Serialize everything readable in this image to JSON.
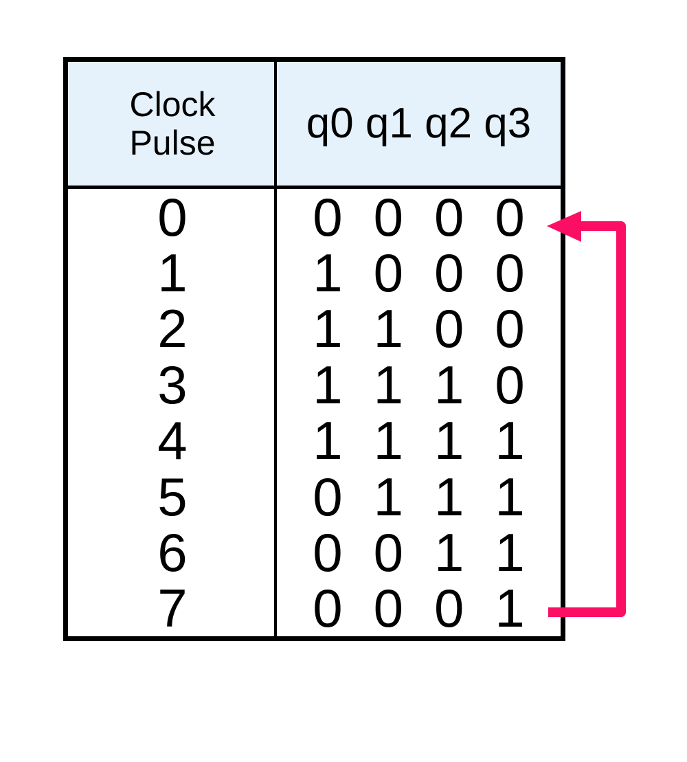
{
  "table": {
    "header": {
      "clock_line1": "Clock",
      "clock_line2": "Pulse",
      "q_labels": "q0 q1 q2 q3"
    },
    "rows": [
      {
        "pulse": "0",
        "bits": [
          "0",
          "0",
          "0",
          "0"
        ]
      },
      {
        "pulse": "1",
        "bits": [
          "1",
          "0",
          "0",
          "0"
        ]
      },
      {
        "pulse": "2",
        "bits": [
          "1",
          "1",
          "0",
          "0"
        ]
      },
      {
        "pulse": "3",
        "bits": [
          "1",
          "1",
          "1",
          "0"
        ]
      },
      {
        "pulse": "4",
        "bits": [
          "1",
          "1",
          "1",
          "1"
        ]
      },
      {
        "pulse": "5",
        "bits": [
          "0",
          "1",
          "1",
          "1"
        ]
      },
      {
        "pulse": "6",
        "bits": [
          "0",
          "0",
          "1",
          "1"
        ]
      },
      {
        "pulse": "7",
        "bits": [
          "0",
          "0",
          "0",
          "1"
        ]
      }
    ]
  },
  "arrow": {
    "description": "loop arrow from last row back to first row",
    "color": "#fa0f64"
  },
  "colors": {
    "header_bg": "#e5f2fb",
    "border": "#000000",
    "text": "#000000",
    "background": "#ffffff"
  },
  "chart_data": {
    "type": "table",
    "columns": [
      "Clock Pulse",
      "q0",
      "q1",
      "q2",
      "q3"
    ],
    "rows": [
      [
        0,
        0,
        0,
        0,
        0
      ],
      [
        1,
        1,
        0,
        0,
        0
      ],
      [
        2,
        1,
        1,
        0,
        0
      ],
      [
        3,
        1,
        1,
        1,
        0
      ],
      [
        4,
        1,
        1,
        1,
        1
      ],
      [
        5,
        0,
        1,
        1,
        1
      ],
      [
        6,
        0,
        0,
        1,
        1
      ],
      [
        7,
        0,
        0,
        0,
        1
      ]
    ],
    "annotation": "arrow wraps from state 0001 (pulse 7) back to state 0000 (pulse 0)"
  }
}
